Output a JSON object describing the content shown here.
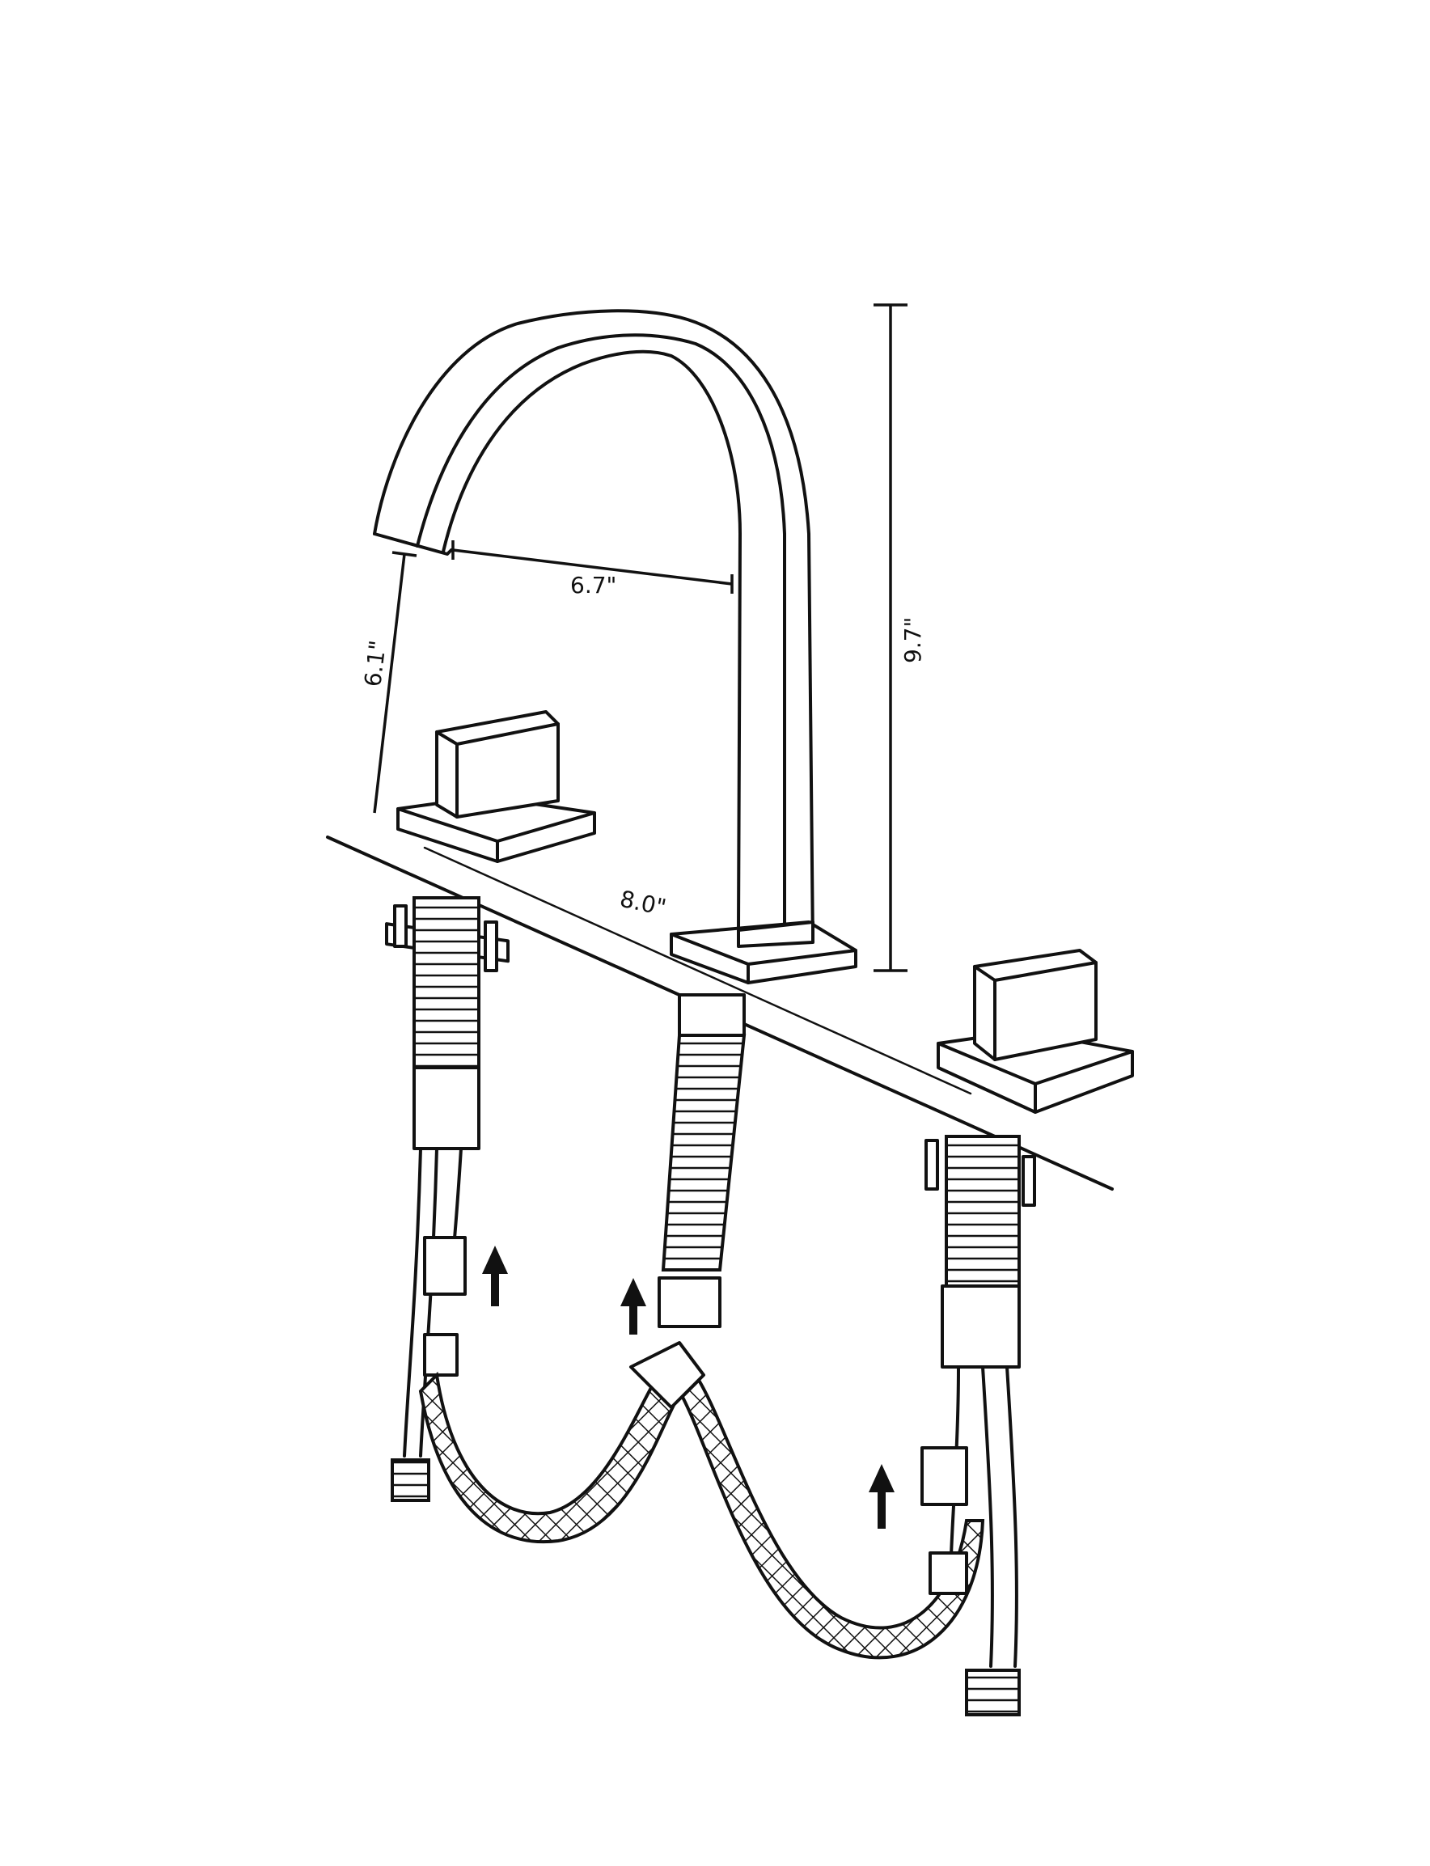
{
  "diagram": {
    "subject": "Widespread bathroom faucet with two handles — dimension drawing",
    "colors": {
      "line": "#111111",
      "background": "#ffffff"
    },
    "dimensions": {
      "spout_reach": "6.7\"",
      "spout_clearance": "6.1\"",
      "overall_height": "9.7\"",
      "handle_spacing": "8.0\""
    },
    "flow_arrows": [
      "up",
      "up",
      "up"
    ]
  }
}
